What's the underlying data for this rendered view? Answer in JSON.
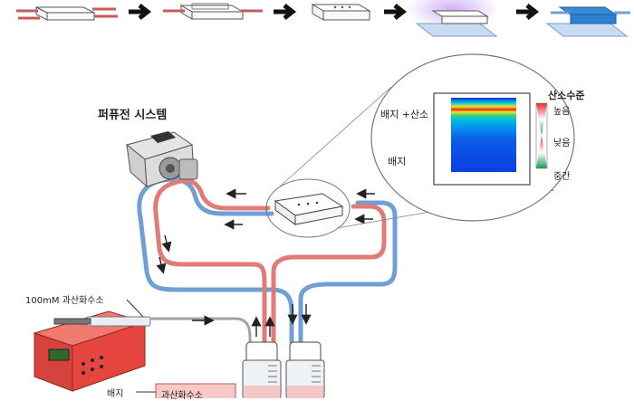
{
  "system_title": "퍼퓨전 시스템",
  "inset": {
    "label_top": "배지 +산소",
    "label_bottom": "배지",
    "legend_title": "산소수준",
    "legend_high": "높음",
    "legend_low": "낮음",
    "legend_mid": "중간"
  },
  "syringe_label": "100mM 과산화수소",
  "bottom_label": "배지",
  "bottom_box_text": "과산화수소",
  "colors": {
    "red_tube": "#e07b78",
    "blue_tube": "#6f9fd6",
    "pump_red": "#e5443f",
    "chip_blue": "#2f7fd0"
  }
}
